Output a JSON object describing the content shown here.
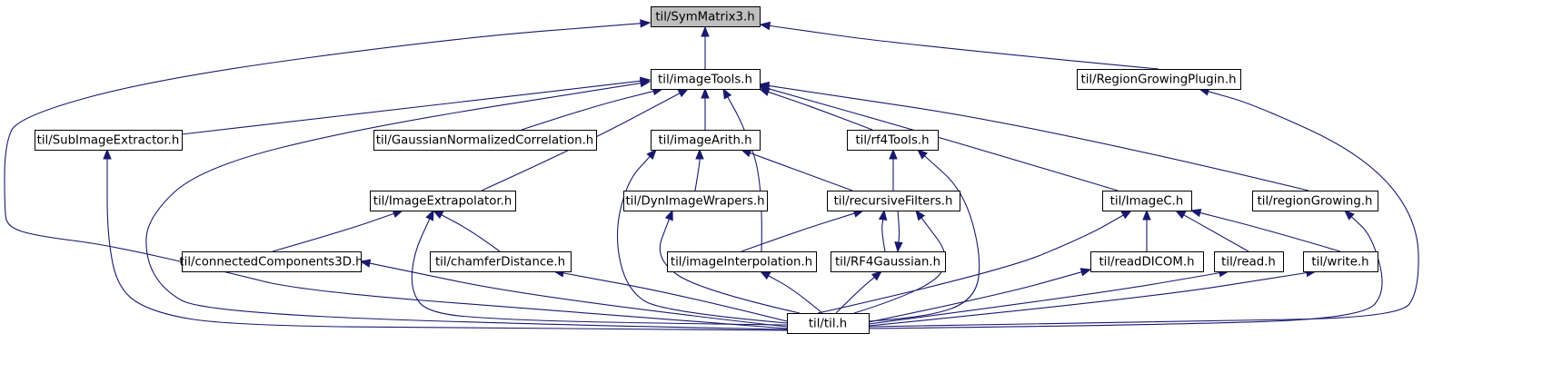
{
  "nodes": [
    {
      "id": "symmatrix3",
      "label": "til/SymMatrix3.h",
      "root": true
    },
    {
      "id": "imagetools",
      "label": "til/imageTools.h"
    },
    {
      "id": "regiongrowingplugin",
      "label": "til/RegionGrowingPlugin.h"
    },
    {
      "id": "subimageextractor",
      "label": "til/SubImageExtractor.h"
    },
    {
      "id": "gaussiannormcorr",
      "label": "til/GaussianNormalizedCorrelation.h"
    },
    {
      "id": "imagearith",
      "label": "til/imageArith.h"
    },
    {
      "id": "rf4tools",
      "label": "til/rf4Tools.h"
    },
    {
      "id": "imageextrapolator",
      "label": "til/ImageExtrapolator.h"
    },
    {
      "id": "dynimagewrapers",
      "label": "til/DynImageWrapers.h"
    },
    {
      "id": "recursivefilters",
      "label": "til/recursiveFilters.h"
    },
    {
      "id": "imagec",
      "label": "til/ImageC.h"
    },
    {
      "id": "regiongrowing",
      "label": "til/regionGrowing.h"
    },
    {
      "id": "connectedcomponents3d",
      "label": "til/connectedComponents3D.h"
    },
    {
      "id": "chamferdistance",
      "label": "til/chamferDistance.h"
    },
    {
      "id": "imageinterpolation",
      "label": "til/imageInterpolation.h"
    },
    {
      "id": "rf4gaussian",
      "label": "til/RF4Gaussian.h"
    },
    {
      "id": "readdicom",
      "label": "til/readDICOM.h"
    },
    {
      "id": "read",
      "label": "til/read.h"
    },
    {
      "id": "write",
      "label": "til/write.h"
    },
    {
      "id": "til",
      "label": "til/til.h"
    }
  ],
  "edges": [
    {
      "from": "imagetools",
      "to": "symmatrix3"
    },
    {
      "from": "regiongrowingplugin",
      "to": "symmatrix3"
    },
    {
      "from": "til",
      "to": "symmatrix3"
    },
    {
      "from": "subimageextractor",
      "to": "imagetools"
    },
    {
      "from": "gaussiannormcorr",
      "to": "imagetools"
    },
    {
      "from": "imagearith",
      "to": "imagetools"
    },
    {
      "from": "rf4tools",
      "to": "imagetools"
    },
    {
      "from": "imageextrapolator",
      "to": "imagetools"
    },
    {
      "from": "imagec",
      "to": "imagetools"
    },
    {
      "from": "regiongrowing",
      "to": "imagetools"
    },
    {
      "from": "imageinterpolation",
      "to": "imagetools"
    },
    {
      "from": "til",
      "to": "imagetools"
    },
    {
      "from": "til",
      "to": "regiongrowingplugin"
    },
    {
      "from": "til",
      "to": "subimageextractor"
    },
    {
      "from": "dynimagewrapers",
      "to": "imagearith"
    },
    {
      "from": "recursivefilters",
      "to": "imagearith"
    },
    {
      "from": "til",
      "to": "imagearith"
    },
    {
      "from": "recursivefilters",
      "to": "rf4tools"
    },
    {
      "from": "til",
      "to": "rf4tools"
    },
    {
      "from": "connectedcomponents3d",
      "to": "imageextrapolator"
    },
    {
      "from": "chamferdistance",
      "to": "imageextrapolator"
    },
    {
      "from": "til",
      "to": "imageextrapolator"
    },
    {
      "from": "til",
      "to": "dynimagewrapers"
    },
    {
      "from": "imageinterpolation",
      "to": "recursivefilters"
    },
    {
      "from": "rf4gaussian",
      "to": "recursivefilters"
    },
    {
      "from": "til",
      "to": "recursivefilters"
    },
    {
      "from": "recursivefilters",
      "to": "rf4gaussian"
    },
    {
      "from": "readdicom",
      "to": "imagec"
    },
    {
      "from": "read",
      "to": "imagec"
    },
    {
      "from": "write",
      "to": "imagec"
    },
    {
      "from": "til",
      "to": "imagec"
    },
    {
      "from": "til",
      "to": "regiongrowing"
    },
    {
      "from": "til",
      "to": "connectedcomponents3d"
    },
    {
      "from": "til",
      "to": "chamferdistance"
    },
    {
      "from": "til",
      "to": "imageinterpolation"
    },
    {
      "from": "til",
      "to": "rf4gaussian"
    },
    {
      "from": "til",
      "to": "readdicom"
    },
    {
      "from": "til",
      "to": "read"
    },
    {
      "from": "til",
      "to": "write"
    }
  ]
}
